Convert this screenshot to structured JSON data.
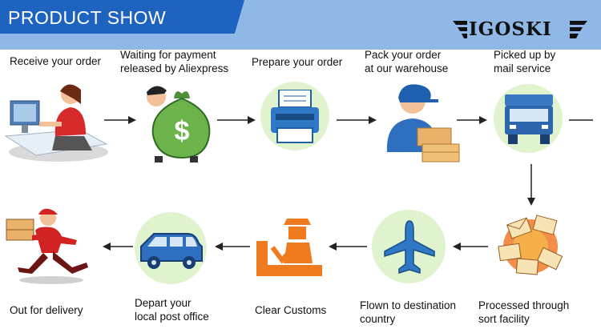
{
  "header": {
    "title": "PRODUCT SHOW",
    "brand": "IGOSKI"
  },
  "colors": {
    "header_tab": "#1e63bf",
    "header_bar": "#8fb8e6",
    "icon_circle": "#dff3cf"
  },
  "steps": [
    {
      "label": "Receive your order",
      "icon": "computer-operator-icon"
    },
    {
      "label": "Waiting for payment\nreleased by Aliexpress",
      "icon": "money-bag-icon"
    },
    {
      "label": "Prepare your order",
      "icon": "printer-icon"
    },
    {
      "label": "Pack your order\nat our warehouse",
      "icon": "warehouse-worker-icon"
    },
    {
      "label": "Picked up by\nmail service",
      "icon": "truck-icon"
    },
    {
      "label": "Processed through\nsort facility",
      "icon": "sort-facility-icon"
    },
    {
      "label": "Flown to destination\ncountry",
      "icon": "airplane-icon"
    },
    {
      "label": "Clear Customs",
      "icon": "customs-officer-icon"
    },
    {
      "label": "Depart your\nlocal post office",
      "icon": "van-icon"
    },
    {
      "label": "Out for delivery",
      "icon": "courier-icon"
    }
  ]
}
